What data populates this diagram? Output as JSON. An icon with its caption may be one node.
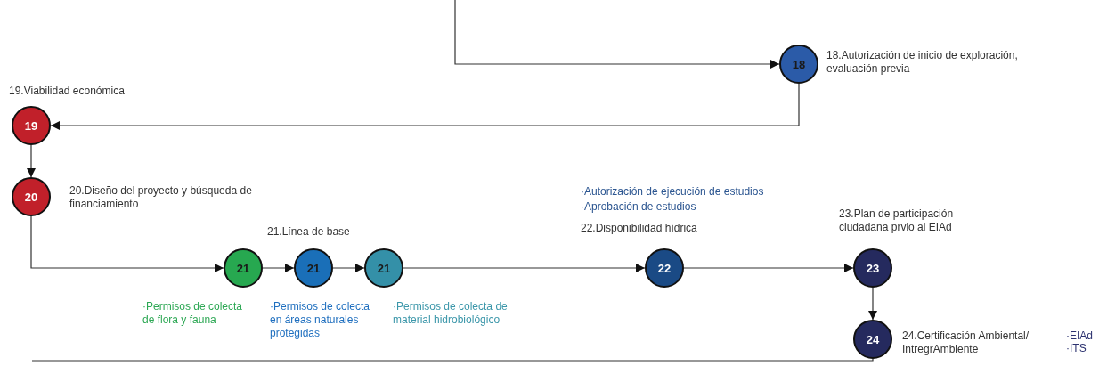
{
  "diagram": {
    "nodes": [
      {
        "text": [
          "18"
        ],
        "beside": [
          "18.Autorización de inicio de exploración, evaluación previa"
        ]
      },
      {
        "text": [
          "19"
        ],
        "beside": [
          "19.Viabilidad económica"
        ]
      },
      {
        "text": [
          "20"
        ],
        "beside": [
          "20.Diseño del proyecto y búsqueda de financiamiento"
        ]
      },
      {
        "text": [
          "21"
        ],
        "beside": [
          "·Permisos de colecta de flora y fauna"
        ]
      },
      {
        "text": [
          "21"
        ],
        "beside": [
          "·Permisos de colecta en áreas naturales protegidas"
        ]
      },
      {
        "text": [
          "21"
        ],
        "beside": [
          "·Permisos de colecta de material hidrobiológico"
        ]
      },
      {
        "text": [
          "22"
        ],
        "beside": [
          "·Autorización de ejecución de estudios",
          "·Aprobación de estudios",
          "22.Disponibilidad hídrica"
        ]
      },
      {
        "text": [
          "23"
        ],
        "beside": [
          "23.Plan de participación ciudadana prvio al EIAd"
        ]
      },
      {
        "text": [
          "24"
        ],
        "beside": [
          "24.Certificación Ambiental/ IntregrAmbiente",
          "·EIAd",
          "·ITS"
        ]
      }
    ],
    "edges": [
      {
        "from": null,
        "to": 0,
        "arrow": "to"
      },
      {
        "from": 0,
        "to": 1,
        "arrow": "to"
      },
      {
        "from": 1,
        "to": 2,
        "arrow": "to"
      },
      {
        "from": 2,
        "to": 3,
        "arrow": "to"
      },
      {
        "from": 3,
        "to": 4,
        "arrow": "to"
      },
      {
        "from": 4,
        "to": 5,
        "arrow": "to"
      },
      {
        "from": 5,
        "to": 6,
        "arrow": "to"
      },
      {
        "from": 6,
        "to": 7,
        "arrow": "to"
      },
      {
        "from": 7,
        "to": 8,
        "arrow": "to"
      },
      {
        "from": 8,
        "to": null,
        "arrow": "none"
      }
    ],
    "labels": [
      "21.Línea de base"
    ]
  }
}
